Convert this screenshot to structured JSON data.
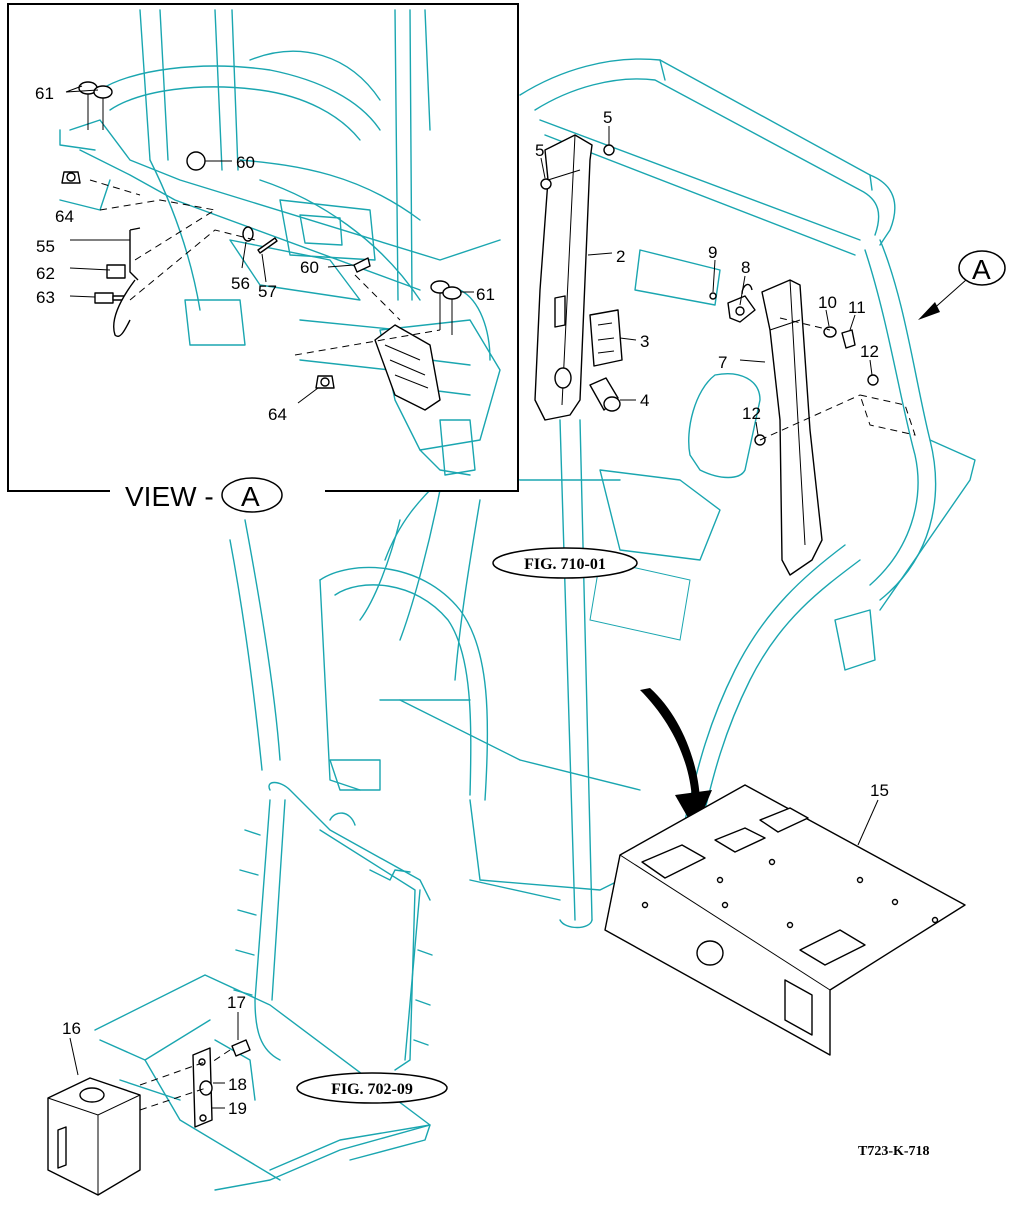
{
  "labels": {
    "view": "VIEW -",
    "view_letter": "A",
    "callout_letter": "A",
    "fig1": "FIG. 710-01",
    "fig2": "FIG. 702-09",
    "drawing_code": "T723-K-718"
  },
  "parts": [
    {
      "id": "61a",
      "text": "61"
    },
    {
      "id": "60a",
      "text": "60"
    },
    {
      "id": "64a",
      "text": "64"
    },
    {
      "id": "55",
      "text": "55"
    },
    {
      "id": "62",
      "text": "62"
    },
    {
      "id": "63",
      "text": "63"
    },
    {
      "id": "56",
      "text": "56"
    },
    {
      "id": "57",
      "text": "57"
    },
    {
      "id": "60b",
      "text": "60"
    },
    {
      "id": "61b",
      "text": "61"
    },
    {
      "id": "64b",
      "text": "64"
    },
    {
      "id": "5a",
      "text": "5"
    },
    {
      "id": "5b",
      "text": "5"
    },
    {
      "id": "2",
      "text": "2"
    },
    {
      "id": "3",
      "text": "3"
    },
    {
      "id": "4",
      "text": "4"
    },
    {
      "id": "9",
      "text": "9"
    },
    {
      "id": "8",
      "text": "8"
    },
    {
      "id": "10",
      "text": "10"
    },
    {
      "id": "11",
      "text": "11"
    },
    {
      "id": "12a",
      "text": "12"
    },
    {
      "id": "7",
      "text": "7"
    },
    {
      "id": "12b",
      "text": "12"
    },
    {
      "id": "15",
      "text": "15"
    },
    {
      "id": "16",
      "text": "16"
    },
    {
      "id": "17",
      "text": "17"
    },
    {
      "id": "18",
      "text": "18"
    },
    {
      "id": "19",
      "text": "19"
    }
  ],
  "colors": {
    "frame": "#1aa6b0",
    "parts": "#000000",
    "background": "#ffffff"
  }
}
